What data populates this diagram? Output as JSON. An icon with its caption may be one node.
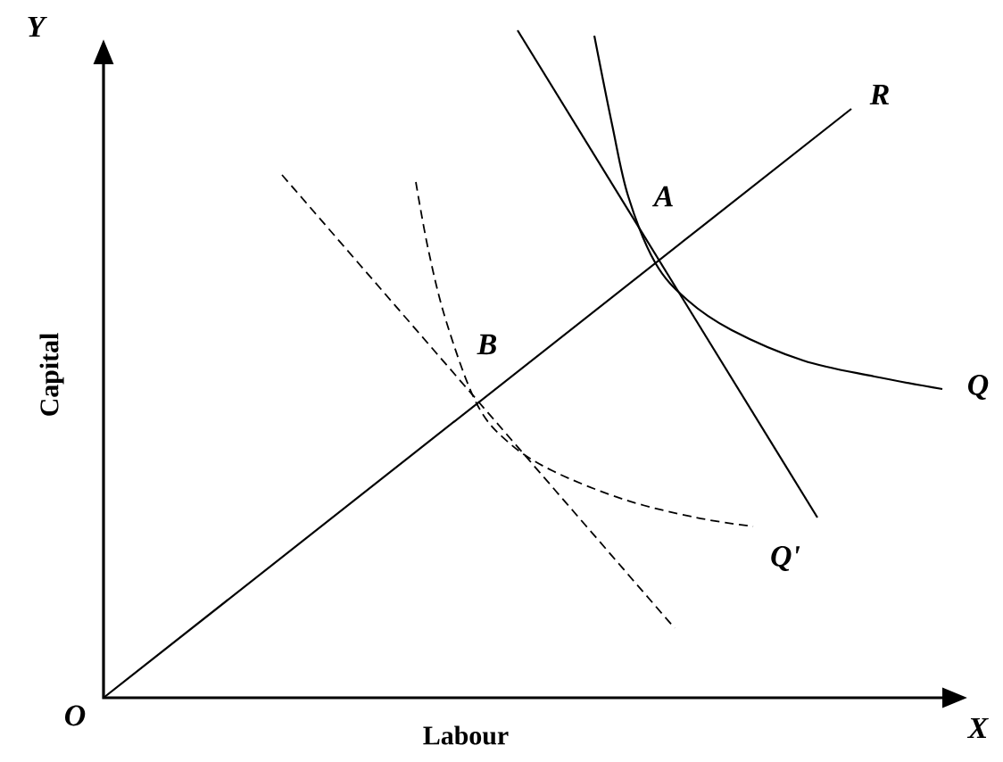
{
  "diagram": {
    "labels": [
      "Y",
      "R",
      "A",
      "B",
      "Capital",
      "Q",
      "Q'",
      "O",
      "Labour",
      "X"
    ]
  }
}
